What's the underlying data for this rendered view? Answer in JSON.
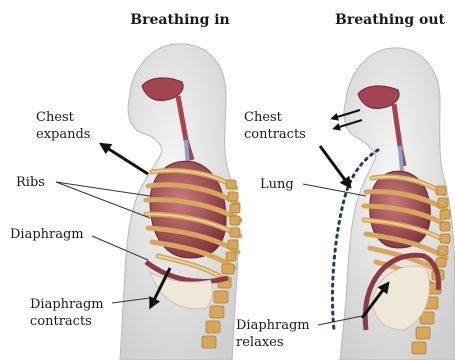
{
  "panels": [
    {
      "id": "in",
      "title": "Breathing in",
      "labels": [
        {
          "key": "chest",
          "lines": [
            "Chest",
            "expands"
          ]
        },
        {
          "key": "ribs",
          "lines": [
            "Ribs"
          ]
        },
        {
          "key": "diaphragm",
          "lines": [
            "Diaphragm"
          ]
        },
        {
          "key": "diaphragm-action",
          "lines": [
            "Diaphragm",
            "contracts"
          ]
        }
      ]
    },
    {
      "id": "out",
      "title": "Breathing out",
      "labels": [
        {
          "key": "chest",
          "lines": [
            "Chest",
            "contracts"
          ]
        },
        {
          "key": "lung",
          "lines": [
            "Lung"
          ]
        },
        {
          "key": "diaphragm-action",
          "lines": [
            "Diaphragm",
            "relaxes"
          ]
        }
      ]
    }
  ],
  "colors": {
    "body": "#e4e4e4",
    "body_edge": "#b9b9b9",
    "lung": "#9a4a54",
    "rib": "#d6a758",
    "diaphragm": "#8e3a44",
    "arrow": "#111111"
  }
}
